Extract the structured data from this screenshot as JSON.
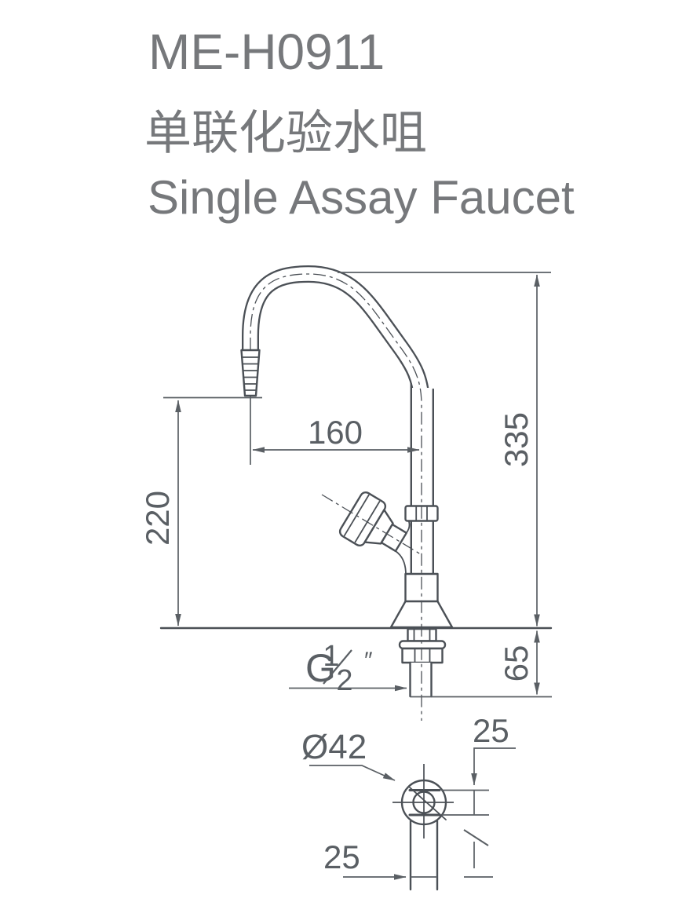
{
  "colors": {
    "line": "#4b5056",
    "dim": "#5a5f64",
    "title": "#76787b",
    "background": "#ffffff"
  },
  "header": {
    "model": "ME-H0911",
    "title_zh": "单联化验水咀",
    "title_en": "Single Assay Faucet"
  },
  "front_view": {
    "dim_spout_reach": "160",
    "dim_tip_height": "220",
    "dim_total_height": "335",
    "dim_under_counter": "65",
    "thread_g": "G",
    "thread_numerator": "1",
    "thread_denominator": "2",
    "thread_inch_mark": "″"
  },
  "bottom_view": {
    "dim_diameter": "Ø42",
    "dim_across_flats": "25",
    "dim_shank_width": "25"
  }
}
